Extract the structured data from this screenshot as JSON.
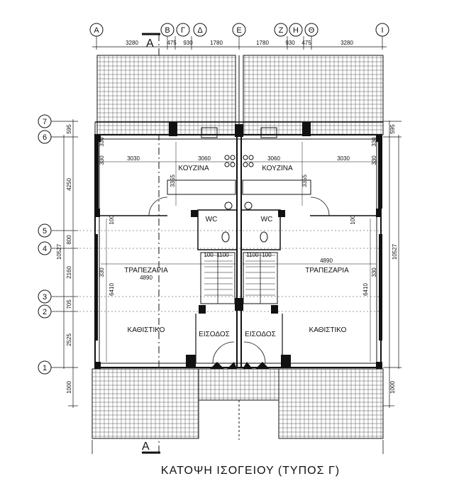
{
  "title": "ΚΑΤΟΨΗ  ΙΣΟΓΕΙΟΥ  (ΤΥΠΟΣ Γ)",
  "section_marker": "A",
  "grid_columns": [
    "A",
    "B",
    "Γ",
    "Δ",
    "E",
    "Z",
    "H",
    "Θ",
    "I"
  ],
  "grid_rows": [
    "7",
    "6",
    "5",
    "4",
    "3",
    "2",
    "1"
  ],
  "top_dimensions": [
    "3280",
    "475",
    "930",
    "1780",
    "1780",
    "930",
    "475",
    "3280"
  ],
  "left_dimensions": [
    "595",
    "4250",
    "800",
    "2160",
    "705",
    "2525",
    "1000"
  ],
  "left_total": "10527",
  "right_dimensions": [
    "595",
    "1000"
  ],
  "right_total": "10527",
  "rooms": {
    "kitchen_left": "ΚΟΥΖΙΝΑ",
    "kitchen_right": "ΚΟΥΖΙΝΑ",
    "wc_left": "WC",
    "wc_right": "WC",
    "dining_left": "ΤΡΑΠΕΖΑΡΙΑ",
    "dining_right": "ΤΡΑΠΕΖΑΡΙΑ",
    "living_left": "ΚΑΘΙΣΤΙΚΟ",
    "living_right": "ΚΑΘΙΣΤΙΚΟ",
    "entrance_left": "ΕΙΣΟΔΟΣ",
    "entrance_right": "ΕΙΣΟΔΟΣ"
  },
  "inner_dims": {
    "d3030_l": "3030",
    "d3060_l": "3060",
    "d3060_r": "3060",
    "d3030_r": "3030",
    "d3355_l": "3355",
    "d3355_r": "3355",
    "d4890_l": "4890",
    "d4890_r": "4890",
    "d6410_l": "6410",
    "d6410_r": "6410",
    "d100_a": "100",
    "d1100_a": "1100",
    "d1100_b": "1100",
    "d100_b": "100",
    "d330_1": "330",
    "d330_2": "330",
    "d330_3": "330",
    "d330_4": "330",
    "d330_5": "330",
    "d330_6": "330",
    "d100_c": "100",
    "d100_d": "100"
  }
}
